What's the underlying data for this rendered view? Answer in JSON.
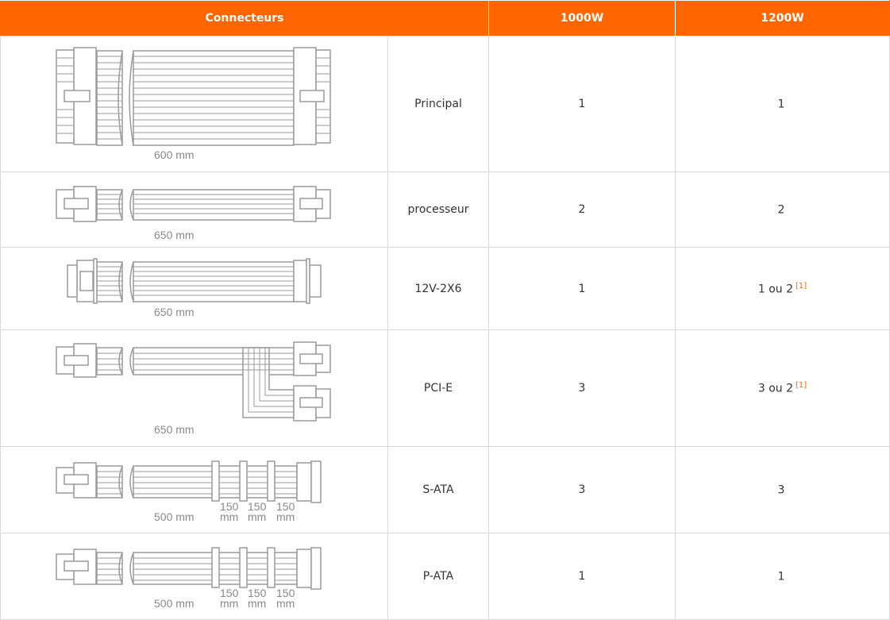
{
  "header": {
    "connectors": "Connecteurs",
    "col_1000w": "1000W",
    "col_1200w": "1200W"
  },
  "rows": [
    {
      "name": "Principal",
      "length": "600 mm",
      "v1000": "1",
      "v1200": "1",
      "note1200": ""
    },
    {
      "name": "processeur",
      "length": "650 mm",
      "v1000": "2",
      "v1200": "2",
      "note1200": ""
    },
    {
      "name": "12V-2X6",
      "length": "650 mm",
      "v1000": "1",
      "v1200": "1 ou 2",
      "note1200": "[1]"
    },
    {
      "name": "PCI-E",
      "length": "650 mm",
      "v1000": "3",
      "v1200": "3 ou 2",
      "note1200": "[1]"
    },
    {
      "name": "S-ATA",
      "length": "500 mm",
      "segments": [
        "150",
        "150",
        "150"
      ],
      "segment_unit": "mm",
      "v1000": "3",
      "v1200": "3",
      "note1200": ""
    },
    {
      "name": "P-ATA",
      "length": "500 mm",
      "segments": [
        "150",
        "150",
        "150"
      ],
      "segment_unit": "mm",
      "v1000": "1",
      "v1200": "1",
      "note1200": ""
    }
  ]
}
